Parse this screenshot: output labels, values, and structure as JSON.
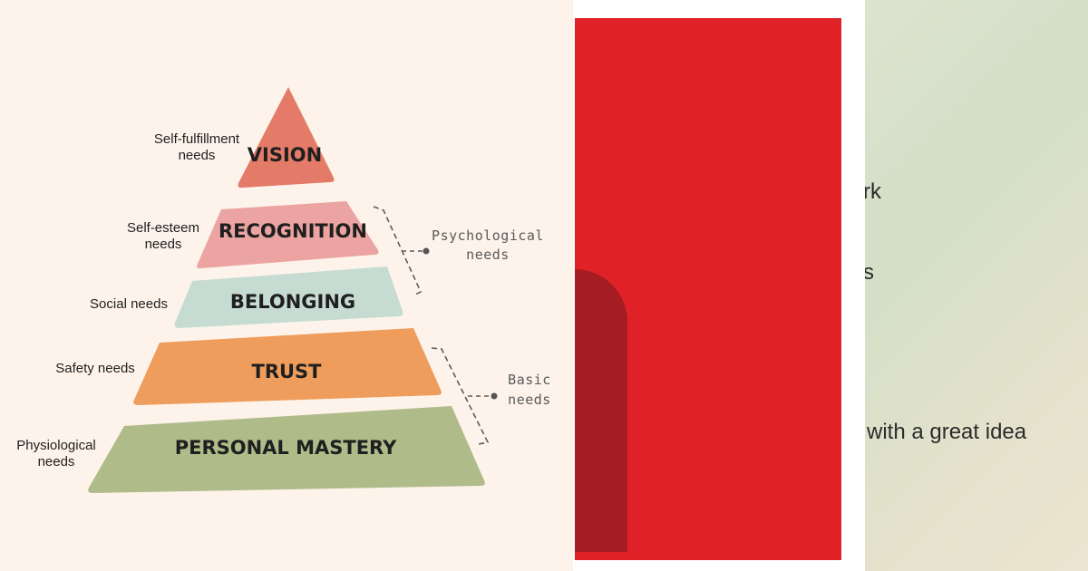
{
  "pyramid": {
    "tiers": [
      {
        "label": "VISION",
        "side_label_lines": [
          "Self-fulfillment",
          "needs"
        ],
        "color": "#e47a68"
      },
      {
        "label": "RECOGNITION",
        "side_label_lines": [
          "Self-esteem",
          "needs"
        ],
        "color": "#eba4a2"
      },
      {
        "label": "BELONGING",
        "side_label_lines": [
          "Social needs"
        ],
        "color": "#c6dcd2"
      },
      {
        "label": "TRUST",
        "side_label_lines": [
          "Safety needs"
        ],
        "color": "#ee9d5c"
      },
      {
        "label": "PERSONAL MASTERY",
        "side_label_lines": [
          "Physiological",
          "needs"
        ],
        "color": "#b0bb8a"
      }
    ],
    "groups": [
      {
        "label_lines": [
          "Psychological",
          "needs"
        ]
      },
      {
        "label_lines": [
          "Basic",
          "needs"
        ]
      }
    ]
  },
  "right_panel": {
    "fragments": [
      "rk",
      "s",
      "with a great idea"
    ]
  }
}
